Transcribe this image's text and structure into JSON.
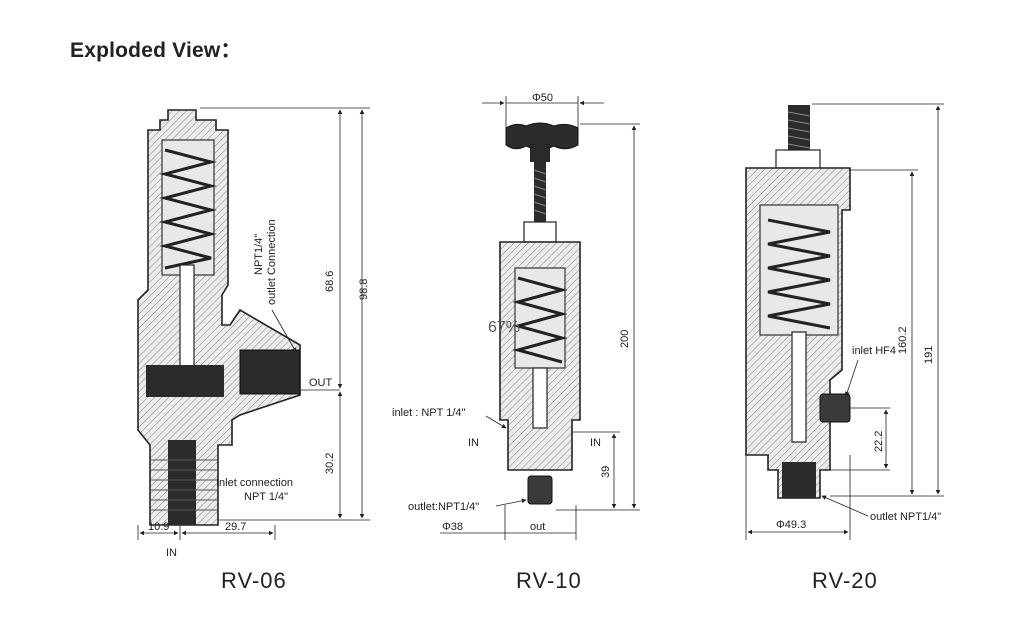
{
  "heading": "Exploded View：",
  "overlay_text": "67%",
  "models": [
    {
      "name": "RV-06",
      "labels": {
        "outlet": "NPT1/4\"",
        "outlet2": "outlet  Connection",
        "out": "OUT",
        "inlet": "Inlet connection",
        "inlet2": "NPT 1/4\"",
        "in": "IN"
      },
      "dimensions": {
        "d1": "68.6",
        "d2": "98.8",
        "d3": "30.2",
        "d4": "10.9",
        "d5": "29.7"
      }
    },
    {
      "name": "RV-10",
      "labels": {
        "inlet": "inlet : NPT 1/4\"",
        "in_left": "IN",
        "in_right": "IN",
        "outlet": "outlet:NPT1/4\"",
        "out": "out"
      },
      "dimensions": {
        "top": "Φ50",
        "height": "200",
        "lower": "39",
        "base": "Φ38"
      }
    },
    {
      "name": "RV-20",
      "labels": {
        "inlet": "inlet HF4",
        "outlet": "outlet NPT1/4\""
      },
      "dimensions": {
        "d1": "160.2",
        "d2": "191",
        "d3": "22.2",
        "base": "Φ49.3"
      }
    }
  ]
}
